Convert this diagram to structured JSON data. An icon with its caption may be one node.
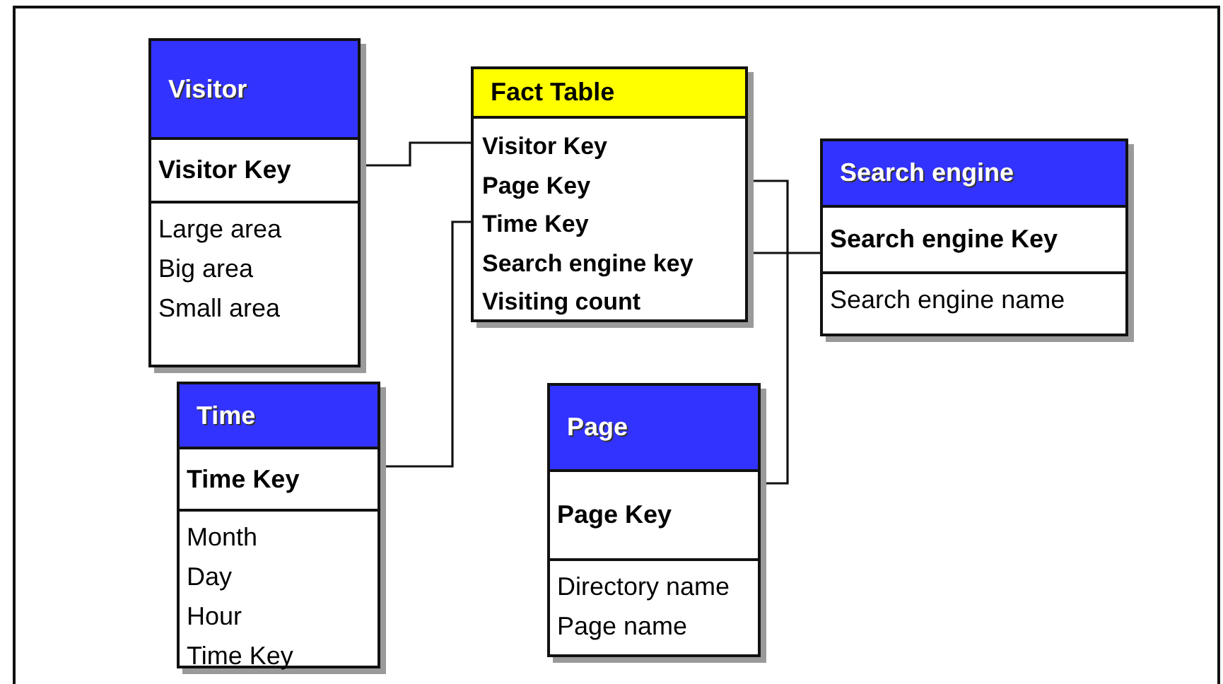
{
  "diagram": {
    "nodes": [
      {
        "text": [
          "Visitor",
          "Visitor Key",
          "Large area",
          "Big area",
          "Small area"
        ]
      },
      {
        "text": [
          "Fact Table",
          "Visitor Key",
          "Page Key",
          "Time Key",
          "Search engine key",
          "Visiting count"
        ]
      },
      {
        "text": [
          "Search engine",
          "Search engine Key",
          "Search engine name"
        ]
      },
      {
        "text": [
          "Time",
          "Time Key",
          "Month",
          "Day",
          "Hour",
          "Time Key"
        ]
      },
      {
        "text": [
          "Page",
          "Page Key",
          "Directory name",
          "Page name"
        ]
      }
    ],
    "edges": [
      {
        "from": 0,
        "to": 1,
        "arrow": "none"
      },
      {
        "from": 1,
        "to": 4,
        "arrow": "none"
      },
      {
        "from": 3,
        "to": 1,
        "arrow": "none"
      },
      {
        "from": 1,
        "to": 2,
        "arrow": "none"
      }
    ]
  }
}
